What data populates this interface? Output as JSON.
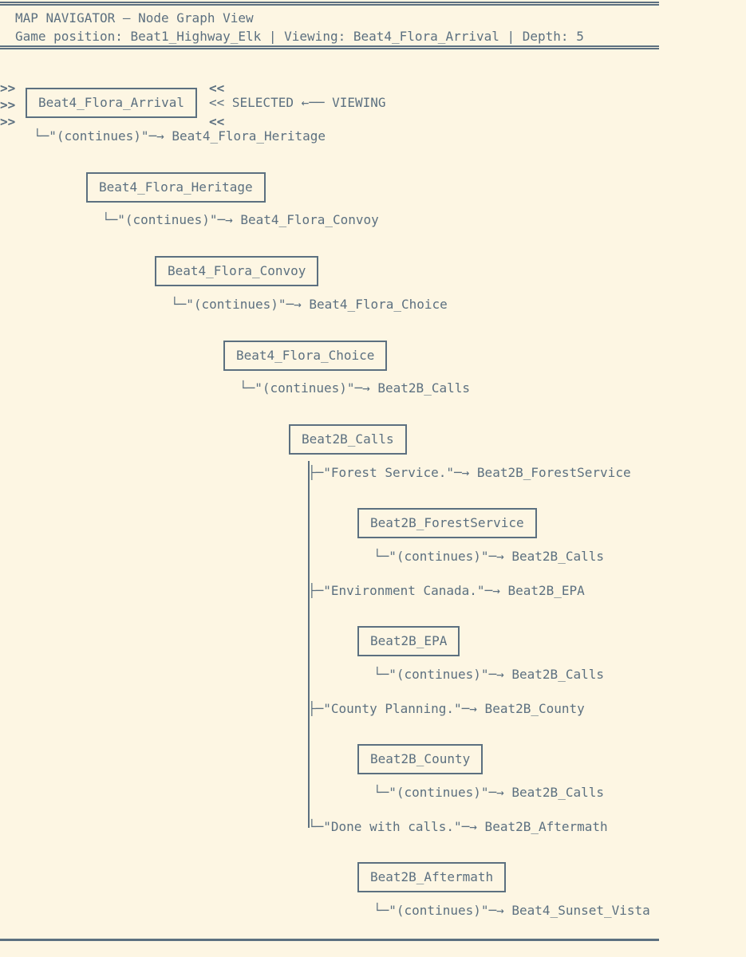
{
  "header": {
    "title": "MAP NAVIGATOR — Node Graph View",
    "status": "Game position: Beat1_Highway_Elk | Viewing: Beat4_Flora_Arrival | Depth: 5",
    "game_position": "Beat1_Highway_Elk",
    "viewing": "Beat4_Flora_Arrival",
    "depth": "5"
  },
  "selection": {
    "left_marker": ">>",
    "right_marker": "<<",
    "label": "<< SELECTED ←── VIEWING"
  },
  "nodes": [
    {
      "name": "Beat4_Flora_Arrival",
      "selected": true
    },
    {
      "name": "Beat4_Flora_Heritage",
      "selected": false
    },
    {
      "name": "Beat4_Flora_Convoy",
      "selected": false
    },
    {
      "name": "Beat4_Flora_Choice",
      "selected": false
    },
    {
      "name": "Beat2B_Calls",
      "selected": false
    },
    {
      "name": "Beat2B_ForestService",
      "selected": false
    },
    {
      "name": "Beat2B_EPA",
      "selected": false
    },
    {
      "name": "Beat2B_County",
      "selected": false
    },
    {
      "name": "Beat2B_Aftermath",
      "selected": false
    }
  ],
  "edges": [
    {
      "connector": "└─",
      "label": "\"(continues)\"",
      "arrow": "─→",
      "target": "Beat4_Flora_Heritage"
    },
    {
      "connector": "└─",
      "label": "\"(continues)\"",
      "arrow": "─→",
      "target": "Beat4_Flora_Convoy"
    },
    {
      "connector": "└─",
      "label": "\"(continues)\"",
      "arrow": "─→",
      "target": "Beat4_Flora_Choice"
    },
    {
      "connector": "└─",
      "label": "\"(continues)\"",
      "arrow": "─→",
      "target": "Beat2B_Calls"
    },
    {
      "connector": "├─",
      "label": "\"Forest Service.\"",
      "arrow": "─→",
      "target": "Beat2B_ForestService"
    },
    {
      "connector": "└─",
      "label": "\"(continues)\"",
      "arrow": "─→",
      "target": "Beat2B_Calls"
    },
    {
      "connector": "├─",
      "label": "\"Environment Canada.\"",
      "arrow": "─→",
      "target": "Beat2B_EPA"
    },
    {
      "connector": "└─",
      "label": "\"(continues)\"",
      "arrow": "─→",
      "target": "Beat2B_Calls"
    },
    {
      "connector": "├─",
      "label": "\"County Planning.\"",
      "arrow": "─→",
      "target": "Beat2B_County"
    },
    {
      "connector": "└─",
      "label": "\"(continues)\"",
      "arrow": "─→",
      "target": "Beat2B_Calls"
    },
    {
      "connector": "└─",
      "label": "\"Done with calls.\"",
      "arrow": "─→",
      "target": "Beat2B_Aftermath"
    },
    {
      "connector": "└─",
      "label": "\"(continues)\"",
      "arrow": "─→",
      "target": "Beat4_Sunset_Vista"
    }
  ],
  "edge_text": [
    "└─\"(continues)\"─→ Beat4_Flora_Heritage",
    "└─\"(continues)\"─→ Beat4_Flora_Convoy",
    "└─\"(continues)\"─→ Beat4_Flora_Choice",
    "└─\"(continues)\"─→ Beat2B_Calls",
    "├─\"Forest Service.\"─→ Beat2B_ForestService",
    "└─\"(continues)\"─→ Beat2B_Calls",
    "├─\"Environment Canada.\"─→ Beat2B_EPA",
    "└─\"(continues)\"─→ Beat2B_Calls",
    "├─\"County Planning.\"─→ Beat2B_County",
    "└─\"(continues)\"─→ Beat2B_Calls",
    "└─\"Done with calls.\"─→ Beat2B_Aftermath",
    "└─\"(continues)\"─→ Beat4_Sunset_Vista"
  ],
  "colors": {
    "background": "#fdf6e3",
    "foreground": "#5c7080",
    "border": "#5c7080"
  }
}
